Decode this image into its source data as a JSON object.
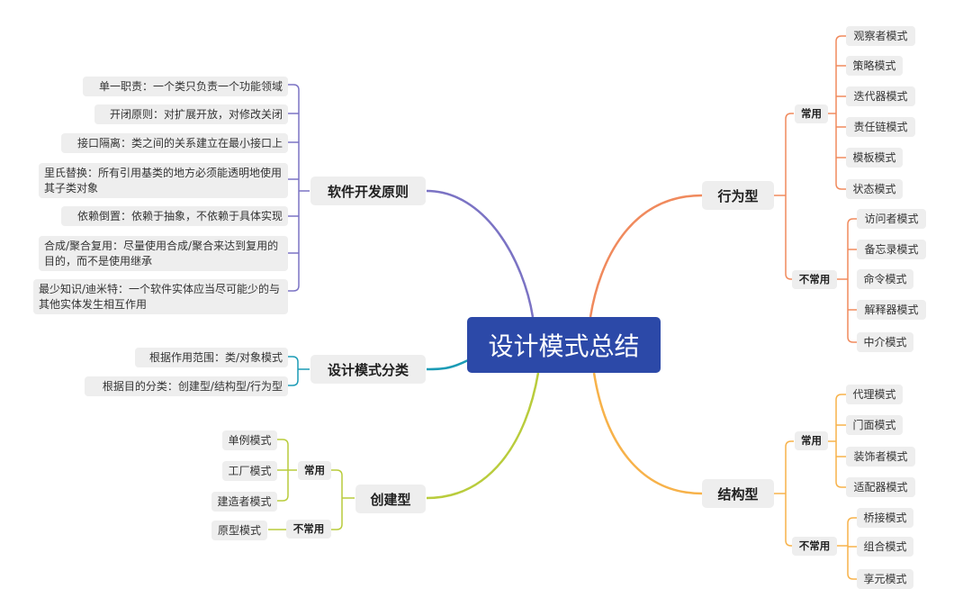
{
  "root": {
    "label": "设计模式总结"
  },
  "colors": {
    "root_fill": "#2c49a8",
    "principles": "#7b73c4",
    "behavioral": "#f08a5d",
    "classification": "#1b9bb5",
    "structural": "#f7b24a",
    "creational": "#b9cc3c",
    "node_fill": "#eeeeee"
  },
  "principles": {
    "label": "软件开发原则",
    "items": [
      "单一职责：一个类只负责一个功能领域",
      "开闭原则：对扩展开放，对修改关闭",
      "接口隔离：类之间的关系建立在最小接口上",
      "里氏替换：所有引用基类的地方必须能透明地使用其子类对象",
      "依赖倒置：依赖于抽象，不依赖于具体实现",
      "合成/聚合复用：尽量使用合成/聚合来达到复用的目的，而不是使用继承",
      "最少知识/迪米特：一个软件实体应当尽可能少的与其他实体发生相互作用"
    ]
  },
  "classification": {
    "label": "设计模式分类",
    "items": [
      "根据作用范围：类/对象模式",
      "根据目的分类：创建型/结构型/行为型"
    ]
  },
  "creational": {
    "label": "创建型",
    "common": {
      "label": "常用",
      "items": [
        "单例模式",
        "工厂模式",
        "建造者模式"
      ]
    },
    "uncommon": {
      "label": "不常用",
      "items": [
        "原型模式"
      ]
    }
  },
  "behavioral": {
    "label": "行为型",
    "common": {
      "label": "常用",
      "items": [
        "观察者模式",
        "策略模式",
        "迭代器模式",
        "责任链模式",
        "模板模式",
        "状态模式"
      ]
    },
    "uncommon": {
      "label": "不常用",
      "items": [
        "访问者模式",
        "备忘录模式",
        "命令模式",
        "解释器模式",
        "中介模式"
      ]
    }
  },
  "structural": {
    "label": "结构型",
    "common": {
      "label": "常用",
      "items": [
        "代理模式",
        "门面模式",
        "装饰者模式",
        "适配器模式"
      ]
    },
    "uncommon": {
      "label": "不常用",
      "items": [
        "桥接模式",
        "组合模式",
        "享元模式"
      ]
    }
  }
}
